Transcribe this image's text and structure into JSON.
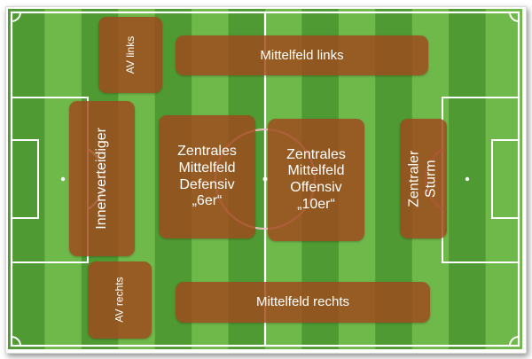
{
  "colors": {
    "grass_dark": "#4f9a33",
    "grass_light": "#6fb84a",
    "line": "#ffffff",
    "zone_fill": "#a0481c",
    "zone_text": "#ffffff",
    "circle_line": "#ec9aa0"
  },
  "positions": {
    "av_links": "AV links",
    "mittelfeld_links": "Mittelfeld links",
    "innenverteidiger": "Innenverteidiger",
    "zentrales_mittelfeld_defensiv": "Zentrales\nMittelfeld\nDefensiv\n„6er“",
    "zentrales_mittelfeld_offensiv": "Zentrales\nMittelfeld\nOffensiv\n„10er“",
    "zentraler_sturm": "Zentraler\nSturm",
    "av_rechts": "AV rechts",
    "mittelfeld_rechts": "Mittelfeld rechts"
  }
}
